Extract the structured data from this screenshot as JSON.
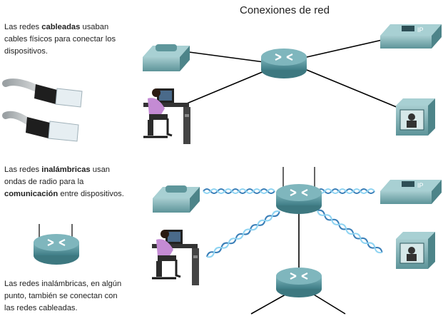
{
  "title": "Conexiones de red",
  "wired_text": {
    "before": "Las redes ",
    "bold": "cableadas",
    "after": " usaban cables físicos para conectar los dispositivos."
  },
  "wireless_text": {
    "before": "Las redes ",
    "bold": "inalámbricas",
    "after": " usan ondas de radio para la ",
    "bold2": "comunicación",
    "after2": " entre dispositivos."
  },
  "hybrid_text": "Las redes inalámbricas, en algún punto, también se conectan con las redes cableadas.",
  "ip_phone_label": "IP",
  "colors": {
    "router": "#4f8c95",
    "device": "#6aa3a8",
    "wave_light": "#8fd4f2",
    "wave_dark": "#3a7fb8",
    "line": "#000000"
  }
}
